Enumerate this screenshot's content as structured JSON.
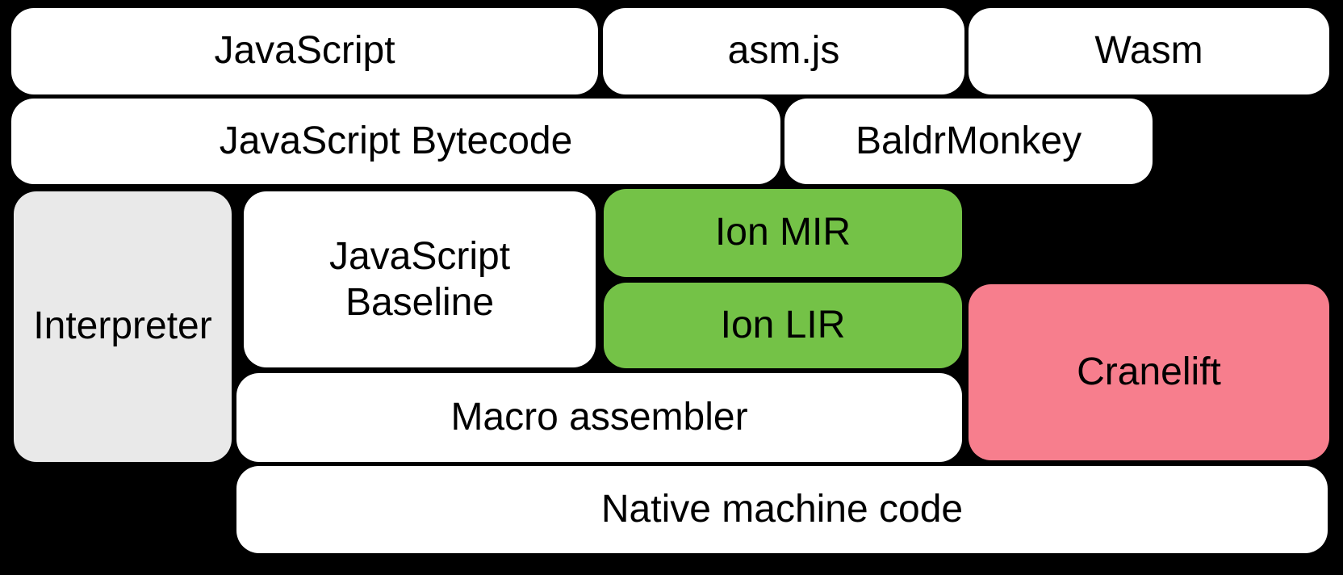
{
  "colors": {
    "background": "#000000",
    "box_default": "#FFFFFF",
    "box_interpreter": "#E9E9E9",
    "box_ion": "#74C247",
    "box_cranelift": "#F77E8D",
    "text": "#000000"
  },
  "nodes": {
    "javascript": {
      "label": "JavaScript"
    },
    "asm_js": {
      "label": "asm.js"
    },
    "wasm": {
      "label": "Wasm"
    },
    "javascript_bytecode": {
      "label": "JavaScript Bytecode"
    },
    "baldrmonkey": {
      "label": "BaldrMonkey"
    },
    "interpreter": {
      "label": "Interpreter"
    },
    "javascript_baseline": {
      "label": "JavaScript Baseline",
      "line1": "JavaScript",
      "line2": "Baseline"
    },
    "ion_mir": {
      "label": "Ion MIR"
    },
    "ion_lir": {
      "label": "Ion LIR"
    },
    "cranelift": {
      "label": "Cranelift"
    },
    "macro_assembler": {
      "label": "Macro assembler"
    },
    "native_machine_code": {
      "label": "Native machine code"
    }
  }
}
